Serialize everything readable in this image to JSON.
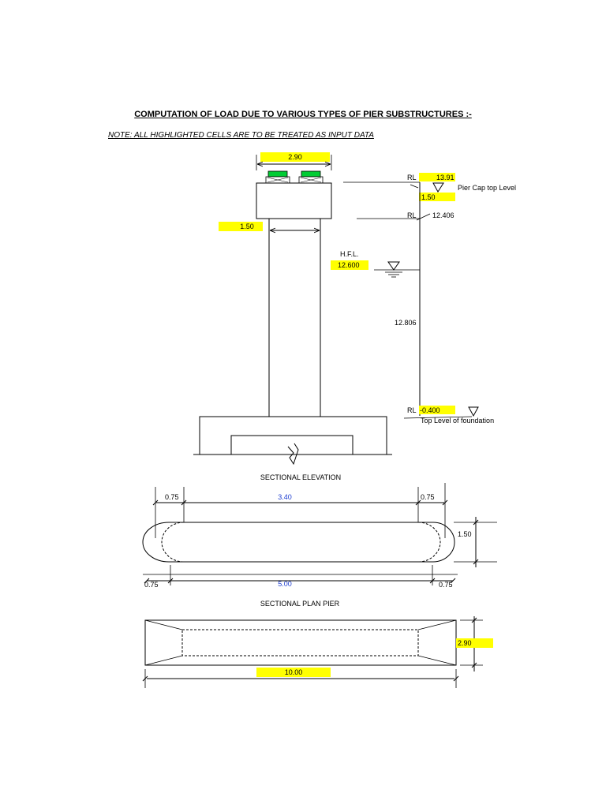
{
  "title": "COMPUTATION OF LOAD DUE TO VARIOUS TYPES OF PIER SUBSTRUCTURES :-",
  "note": "NOTE:  ALL HIGHLIGHTED CELLS ARE TO BE TREATED AS INPUT DATA",
  "colors": {
    "highlight": "#ffff00",
    "bearing": "#00cc33",
    "dimension_blue": "#1f3fd1"
  },
  "elevation": {
    "cap_width": "2.90",
    "pier_width": "1.50",
    "rl_label_1": "RL",
    "rl_top_value": "13.91",
    "cap_depth": "1.50",
    "pier_cap_label": "Pier Cap top  Level",
    "rl_label_2": "RL",
    "rl_cap_bottom": "12.406",
    "hfl_label": "H.F.L.",
    "hfl_value": "12.600",
    "pier_height": "12.806",
    "rl_label_3": "RL",
    "rl_foundation": "-0.400",
    "foundation_label": "Top Level of foundation",
    "caption": "SECTIONAL ELEVATION"
  },
  "plan_pier": {
    "left_top": "0.75",
    "middle_top": "3.40",
    "right_top": "0.75",
    "width": "1.50",
    "left_bottom": "0.75",
    "middle_bottom": "5.00",
    "right_bottom": "0.75",
    "caption": "SECTIONAL PLAN PIER"
  },
  "plan_cap": {
    "width": "2.90",
    "length": "10.00"
  }
}
